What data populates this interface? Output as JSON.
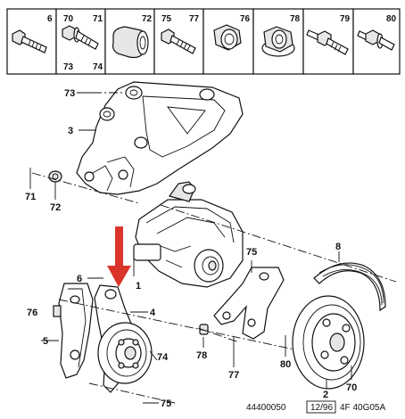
{
  "parts_strip": {
    "cells": [
      {
        "ids": [
          "6"
        ],
        "icon": "bolt-icon"
      },
      {
        "ids": [
          "70",
          "71",
          "73",
          "74"
        ],
        "icon": "flanged-bolt-icon"
      },
      {
        "ids": [
          "72"
        ],
        "icon": "spacer-sleeve-icon"
      },
      {
        "ids": [
          "75",
          "77"
        ],
        "icon": "bolt-icon"
      },
      {
        "ids": [
          "76"
        ],
        "icon": "hex-nut-icon"
      },
      {
        "ids": [
          "78"
        ],
        "icon": "flanged-nut-icon"
      },
      {
        "ids": [
          "79"
        ],
        "icon": "stud-bolt-icon"
      },
      {
        "ids": [
          "80"
        ],
        "icon": "shouldered-bolt-icon"
      }
    ]
  },
  "callouts": {
    "c73": "73",
    "c3": "3",
    "c71": "71",
    "c72": "72",
    "c1": "1",
    "c6": "6",
    "c4": "4",
    "c76": "76",
    "c5": "5",
    "c74": "74",
    "c75a": "75",
    "c75b": "75",
    "c8": "8",
    "c78": "78",
    "c77": "77",
    "c80": "80",
    "c2": "2",
    "c70": "70"
  },
  "footer": {
    "ref": "44400050",
    "date": "12/96",
    "code": "4F 40G05A"
  },
  "colors": {
    "arrow": "#d9352b",
    "line": "#111111"
  }
}
